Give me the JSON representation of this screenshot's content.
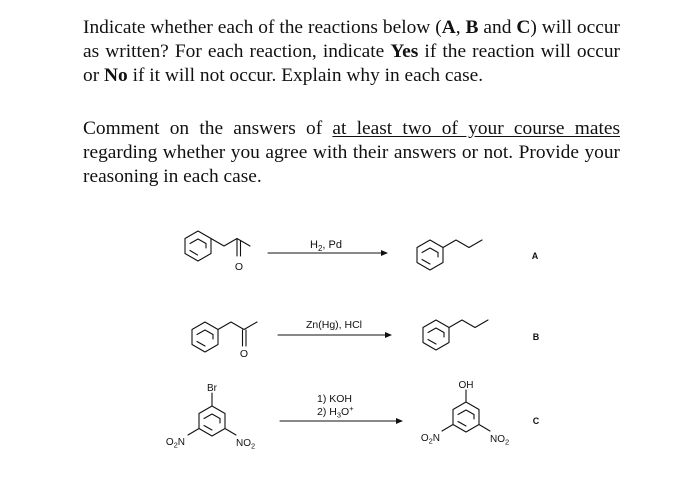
{
  "instructions": {
    "p1_a": "Indicate whether each of the reactions below (",
    "p1_A": "A",
    "p1_sep1": ", ",
    "p1_B": "B",
    "p1_and": " and ",
    "p1_C": "C",
    "p1_b": ") will occur as written? For each reaction, indicate ",
    "p1_yes": "Yes",
    "p1_c": " if the reaction will occur or ",
    "p1_no": "No",
    "p1_d": " if it will not occur. Explain why in each case.",
    "p2_a": "Comment on the answers of ",
    "p2_underline": "at least two of your course mates",
    "p2_b": " regarding whether you agree with their answers or not. Provide your reasoning in each case."
  },
  "reactions": [
    {
      "id": "A",
      "reagent_main": "H",
      "reagent_sub": "2",
      "reagent_tail": ", Pd",
      "reactant_o": "O"
    },
    {
      "id": "B",
      "reagent": "Zn(Hg), HCl",
      "reactant_o": "O"
    },
    {
      "id": "C",
      "reagent_line1": "1) KOH",
      "reagent_line2_a": "2) H",
      "reagent_line2_sub": "3",
      "reagent_line2_b": "O",
      "reagent_line2_sup": "+",
      "reactant_top": "Br",
      "reactant_left_a": "O",
      "reactant_left_sub": "2",
      "reactant_left_b": "N",
      "reactant_right_a": "NO",
      "reactant_right_sub": "2",
      "product_top": "OH",
      "product_left_a": "O",
      "product_left_sub": "2",
      "product_left_b": "N",
      "product_right_a": "NO",
      "product_right_sub": "2"
    }
  ]
}
